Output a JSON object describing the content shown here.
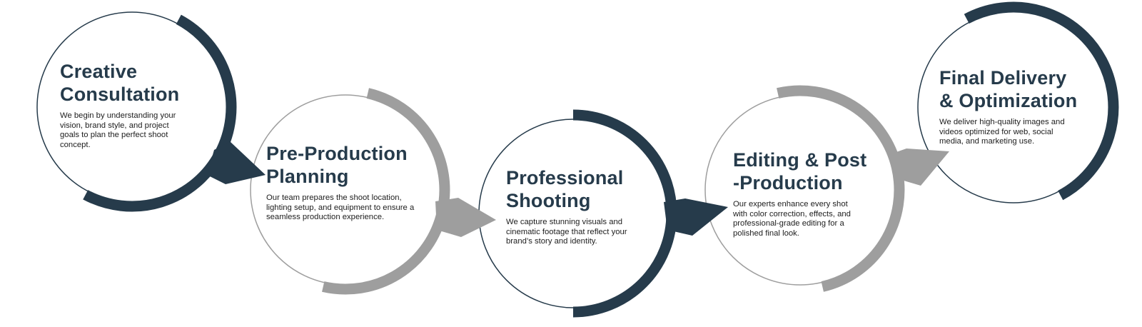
{
  "colors": {
    "navy": "#263b4b",
    "gray": "#9e9e9e"
  },
  "steps": [
    {
      "title_line1": "Creative",
      "title_line2": "Consultation",
      "description": "We begin by understanding your vision, brand style, and project goals to plan the perfect shoot concept.",
      "color": "#263b4b"
    },
    {
      "title_line1": "Pre-Production",
      "title_line2": "Planning",
      "description": "Our team prepares the shoot location, lighting setup, and equipment to ensure a seamless production experience.",
      "color": "#9e9e9e"
    },
    {
      "title_line1": "Professional",
      "title_line2": "Shooting",
      "description": "We capture stunning visuals and cinematic footage that reflect your brand’s story and identity.",
      "color": "#263b4b"
    },
    {
      "title_line1": "Editing & Post",
      "title_line2": "-Production",
      "description": "Our experts enhance every shot with color correction, effects, and professional-grade editing for a polished final look.",
      "color": "#9e9e9e"
    },
    {
      "title_line1": "Final Delivery",
      "title_line2": "& Optimization",
      "description": "We deliver high-quality images and videos optimized for web, social media, and marketing use.",
      "color": "#263b4b"
    }
  ]
}
